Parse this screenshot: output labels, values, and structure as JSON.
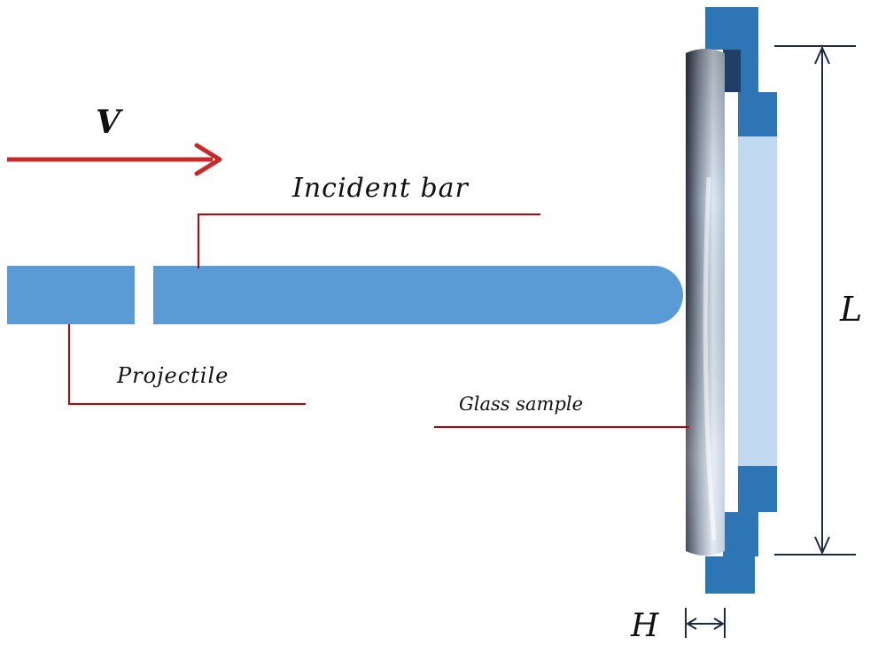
{
  "labels": {
    "velocity": "V",
    "incident_bar": "Incident bar",
    "projectile": "Projectile",
    "glass_sample": "Glass sample",
    "length": "L",
    "thickness": "H"
  },
  "colors": {
    "bar_blue": "#5b9bd5",
    "holder_blue": "#2e75b6",
    "window_light_blue": "#c0d9f0",
    "leader_red": "#c00000",
    "arrow_red": "#c82828",
    "dimension_dark": "#1f2a44",
    "glass_dark": "#2e3440",
    "glass_light": "#eef3f8"
  },
  "icons": {
    "velocity_arrow": "right-arrow-icon",
    "length_dimension": "double-arrow-vertical-icon",
    "thickness_dimension": "double-arrow-horizontal-icon"
  }
}
